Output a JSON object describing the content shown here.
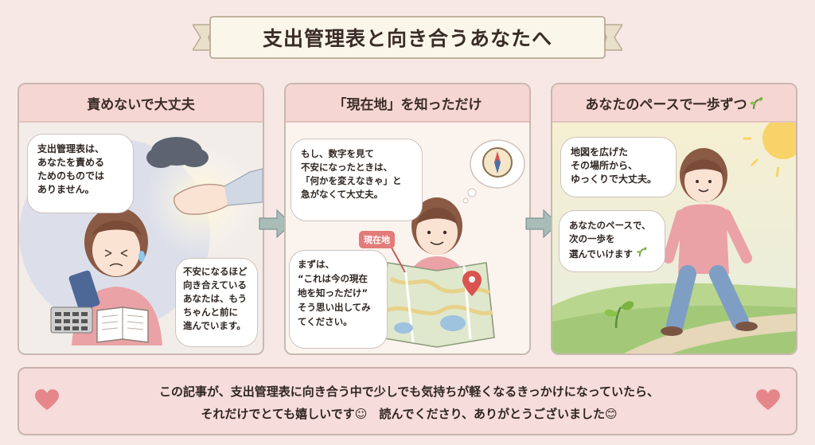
{
  "title": "支出管理表と向き合うあなたへ",
  "panels": [
    {
      "header": "責めないで大丈夫",
      "bubble_top": [
        "支出管理表は、",
        "あなたを責める",
        "ためのものでは",
        "ありません。"
      ],
      "bubble_bottom": [
        "不安になるほど",
        "向き合えている",
        "あなたは、もう",
        "ちゃんと前に",
        "進んでいます。"
      ]
    },
    {
      "header": "「現在地」を知っただけ",
      "bubble_top": [
        "もし、数字を見て",
        "不安になったときは、",
        "「何かを変えなきゃ」と",
        "急がなくて大丈夫。"
      ],
      "tag": "現在地",
      "bubble_bottom": [
        "まずは、",
        "“これは今の現在",
        "地を知っただけ”",
        "そう思い出してみ",
        "てください。"
      ]
    },
    {
      "header": "あなたのペースで一歩ずつ",
      "bubble_top": [
        "地図を広げた",
        "その場所から、",
        "ゆっくりで大丈夫。"
      ],
      "bubble_bottom": [
        "あなたのペースで、",
        "次の一歩を",
        "選んでいけます"
      ]
    }
  ],
  "footer": {
    "line1": "この記事が、支出管理表に向き合う中で少しでも気持ちが軽くなるきっかけになっていたら、",
    "line2": "それだけでとても嬉しいです☺　読んでくださり、ありがとうございました😊"
  },
  "icons": {
    "banner": "ribbon-banner",
    "arrow": "right-arrow-icon",
    "heart": "heart-icon",
    "sprout": "sprout-icon",
    "compass": "compass-icon",
    "pin": "map-pin-icon"
  },
  "colors": {
    "background": "#f7e8e6",
    "header": "#f5d6d3",
    "accent": "#e37b7b",
    "arrow": "#9fb4b0",
    "heart": "#e5878a"
  }
}
